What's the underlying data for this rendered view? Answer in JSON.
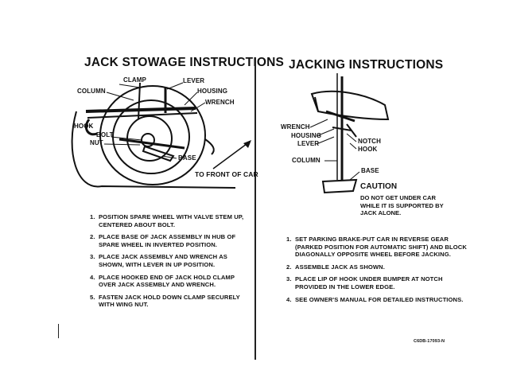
{
  "left": {
    "title": "JACK STOWAGE INSTRUCTIONS",
    "labels": {
      "clamp": "CLAMP",
      "lever": "LEVER",
      "column": "COLUMN",
      "housing": "HOUSING",
      "wrench": "WRENCH",
      "hook": "HOOK",
      "bolt": "BOLT",
      "nut": "NUT",
      "base": "BASE",
      "front": "TO FRONT OF CAR"
    },
    "steps": [
      {
        "num": "1.",
        "text": "POSITION SPARE WHEEL WITH VALVE STEM UP, CENTERED ABOUT BOLT."
      },
      {
        "num": "2.",
        "text": "PLACE BASE OF JACK ASSEMBLY IN HUB OF SPARE WHEEL IN INVERTED POSITION."
      },
      {
        "num": "3.",
        "text": "PLACE JACK ASSEMBLY AND WRENCH AS SHOWN, WITH LEVER IN UP POSITION."
      },
      {
        "num": "4.",
        "text": "PLACE HOOKED END OF JACK HOLD CLAMP OVER JACK ASSEMBLY AND WRENCH."
      },
      {
        "num": "5.",
        "text": "FASTEN JACK HOLD DOWN CLAMP SECURELY WITH WING NUT."
      }
    ]
  },
  "right": {
    "title": "JACKING  INSTRUCTIONS",
    "labels": {
      "wrench": "WRENCH",
      "housing": "HOUSING",
      "lever": "LEVER",
      "notch": "NOTCH",
      "hook": "HOOK",
      "column": "COLUMN",
      "base": "BASE"
    },
    "caution": {
      "title": "CAUTION",
      "text": "DO NOT GET UNDER CAR WHILE IT IS SUPPORTED BY JACK ALONE."
    },
    "steps": [
      {
        "num": "1.",
        "text": "SET PARKING BRAKE-PUT CAR IN REVERSE GEAR (PARKED POSITION FOR AUTOMATIC SHIFT) AND BLOCK DIAGONALLY OPPOSITE WHEEL BEFORE JACKING."
      },
      {
        "num": "2.",
        "text": "ASSEMBLE JACK AS SHOWN."
      },
      {
        "num": "3.",
        "text": "PLACE LIP OF HOOK UNDER BUMPER AT NOTCH PROVIDED IN THE LOWER EDGE."
      },
      {
        "num": "4.",
        "text": "SEE OWNER'S MANUAL FOR DETAILED INSTRUCTIONS."
      }
    ],
    "part_number": "C6DB-17093-N"
  }
}
